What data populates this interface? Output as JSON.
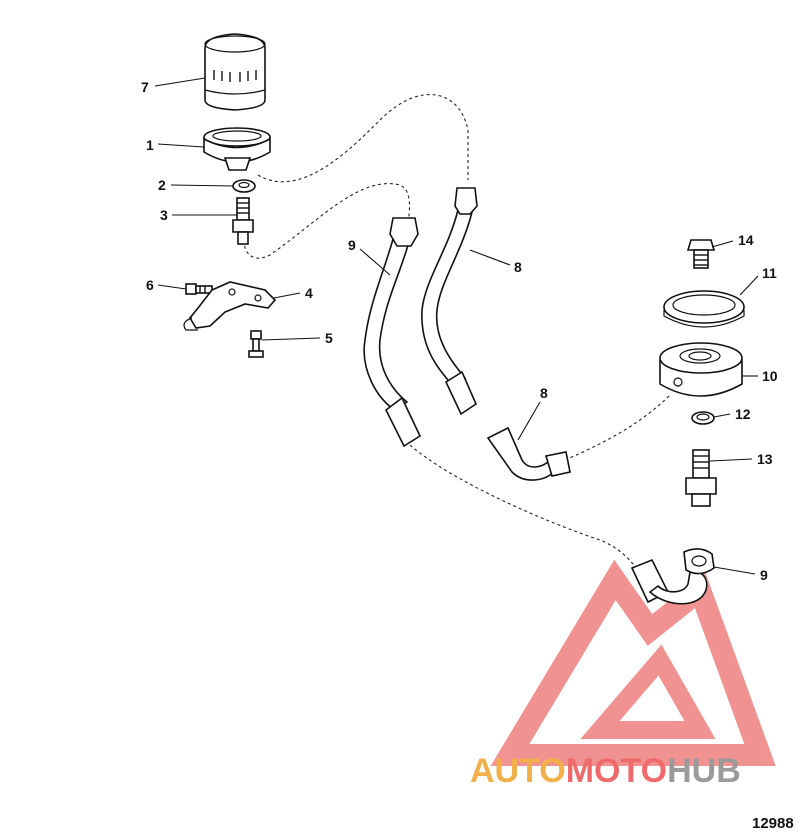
{
  "figure_number": "12988",
  "callouts": [
    {
      "id": "c7",
      "text": "7"
    },
    {
      "id": "c1",
      "text": "1"
    },
    {
      "id": "c2",
      "text": "2"
    },
    {
      "id": "c3",
      "text": "3"
    },
    {
      "id": "c6",
      "text": "6"
    },
    {
      "id": "c4",
      "text": "4"
    },
    {
      "id": "c5",
      "text": "5"
    },
    {
      "id": "c9a",
      "text": "9"
    },
    {
      "id": "c8a",
      "text": "8"
    },
    {
      "id": "c14",
      "text": "14"
    },
    {
      "id": "c11",
      "text": "11"
    },
    {
      "id": "c10",
      "text": "10"
    },
    {
      "id": "c8b",
      "text": "8"
    },
    {
      "id": "c12",
      "text": "12"
    },
    {
      "id": "c13",
      "text": "13"
    },
    {
      "id": "c9b",
      "text": "9"
    }
  ],
  "watermark": {
    "brand_part1": "AUTO",
    "brand_part2": "MOTO",
    "brand_part3": "HUB",
    "color_part1": "#f2b04a",
    "color_part2": "#ef6b6b",
    "color_part3": "#9a9a9a",
    "logo_color": "#ef8080"
  }
}
